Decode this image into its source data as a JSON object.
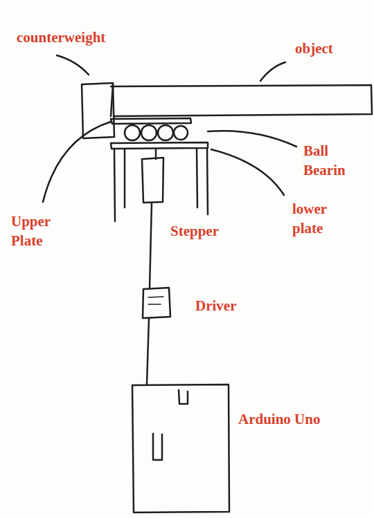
{
  "diagram": {
    "labels": [
      "counterweight",
      "object",
      "Ball Bearin",
      "Upper Plate",
      "lower plate",
      "Stepper",
      "Driver",
      "Arduino Uno"
    ]
  }
}
